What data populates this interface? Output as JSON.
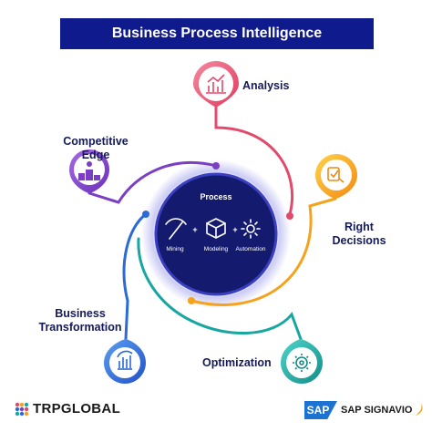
{
  "title": "Business Process Intelligence",
  "center": {
    "heading": "Process",
    "items": [
      "Mining",
      "Modeling",
      "Automation"
    ],
    "plus": "+"
  },
  "nodes": {
    "analysis": "Analysis",
    "competitive_edge_line1": "Competitive",
    "competitive_edge_line2": "Edge",
    "right_decisions_line1": "Right",
    "right_decisions_line2": "Decisions",
    "business_transformation_line1": "Business",
    "business_transformation_line2": "Transformation",
    "optimization": "Optimization"
  },
  "logos": {
    "left": "TRPGLOBAL",
    "right_box": "SAP",
    "right_text": "SAP SIGNAVIO"
  },
  "colors": {
    "title_bg": "#0f1a8c",
    "center_fill": "#141b6e",
    "analysis": "#e24a6b",
    "competitive_edge": "#7b3fc4",
    "right_decisions": "#f7a21b",
    "business_transformation": "#2a6bd6",
    "optimization": "#1aa6a0"
  }
}
